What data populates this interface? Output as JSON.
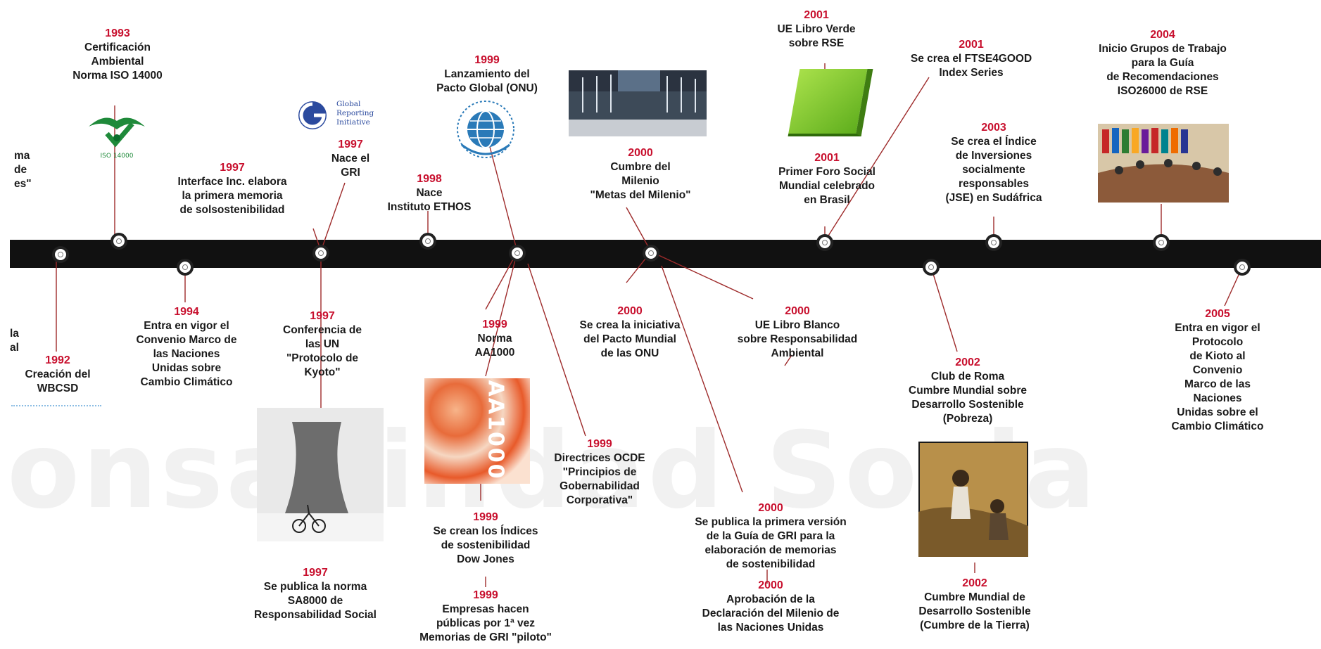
{
  "events": [
    {
      "id": "iso14000",
      "year": "1993",
      "text": "Certificación\nAmbiental\nNorma ISO 14000"
    },
    {
      "id": "interface",
      "year": "1997",
      "text": "Interface Inc. elabora\nla primera memoria\nde solsostenibilidad"
    },
    {
      "id": "gri",
      "year": "1997",
      "text": "Nace el\nGRI"
    },
    {
      "id": "ethos",
      "year": "1998",
      "text": "Nace\nInstituto ETHOS"
    },
    {
      "id": "pacto",
      "year": "1999",
      "text": "Lanzamiento del\nPacto Global (ONU)"
    },
    {
      "id": "milenio",
      "year": "2000",
      "text": "Cumbre del\nMilenio\n\"Metas del Milenio\""
    },
    {
      "id": "libroverde",
      "year": "2001",
      "text": "UE Libro Verde\nsobre RSE"
    },
    {
      "id": "foro",
      "year": "2001",
      "text": "Primer Foro Social\nMundial celebrado\nen Brasil"
    },
    {
      "id": "ftse",
      "year": "2001",
      "text": "Se crea el FTSE4GOOD\nIndex Series"
    },
    {
      "id": "jse",
      "year": "2003",
      "text": "Se crea el Índice\nde Inversiones\nsocialmente\nresponsables\n(JSE) en Sudáfrica"
    },
    {
      "id": "iso26000",
      "year": "2004",
      "text": "Inicio Grupos de Trabajo\npara la Guía\nde Recomendaciones\nISO26000 de RSE"
    },
    {
      "id": "wbcsd",
      "year": "1992",
      "text": "Creación del\nWBCSD"
    },
    {
      "id": "convenio",
      "year": "1994",
      "text": "Entra en vigor el\nConvenio Marco de\nlas Naciones\nUnidas  sobre\nCambio Climático"
    },
    {
      "id": "kyoto",
      "year": "1997",
      "text": "Conferencia de\nlas UN\n\"Protocolo de\nKyoto\""
    },
    {
      "id": "sa8000",
      "year": "1997",
      "text": "Se publica la norma\nSA8000 de\nResponsabilidad Social"
    },
    {
      "id": "aa1000",
      "year": "1999",
      "text": "Norma\nAA1000"
    },
    {
      "id": "dowjones",
      "year": "1999",
      "text": "Se crean los Índices\nde sostenibilidad\nDow Jones"
    },
    {
      "id": "piloto",
      "year": "1999",
      "text": "Empresas hacen\npúblicas por 1ª vez\nMemorias de GRI \"piloto\""
    },
    {
      "id": "ocde",
      "year": "1999",
      "text": "Directrices OCDE\n\"Principios de\nGobernabilidad\nCorporativa\""
    },
    {
      "id": "pactomundial",
      "year": "2000",
      "text": "Se crea la iniciativa\ndel Pacto Mundial\nde las ONU"
    },
    {
      "id": "guiagri",
      "year": "2000",
      "text": "Se publica la primera versión\nde la Guía de GRI para la\nelaboración de memorias\nde sostenibilidad"
    },
    {
      "id": "declaracion",
      "year": "2000",
      "text": "Aprobación de la\nDeclaración del Milenio de\nlas Naciones Unidas"
    },
    {
      "id": "libroblanco",
      "year": "2000",
      "text": "UE Libro Blanco\nsobre Responsabilidad\nAmbiental"
    },
    {
      "id": "clubroma",
      "year": "2002",
      "text": "Club de Roma\nCumbre Mundial sobre\nDesarrollo Sostenible\n(Pobreza)"
    },
    {
      "id": "tierra",
      "year": "2002",
      "text": "Cumbre Mundial de\nDesarrollo Sostenible\n(Cumbre de la Tierra)"
    },
    {
      "id": "kyoto2005",
      "year": "2005",
      "text": "Entra en vigor el Protocolo\nde Kioto al Convenio\nMarco de las Naciones\nUnidas sobre el\nCambio Climático"
    }
  ],
  "cut_text": {
    "left_top": "ma\n de\nes\"",
    "left_mid": "la\nal"
  },
  "logo_text": {
    "iso": "ISO 14000",
    "gri": "Global\nReporting\nInitiative",
    "aa1000": "AA1000"
  },
  "watermark": "onsabilidad Social",
  "colors": {
    "year": "#c8102e",
    "bar": "#111111",
    "line": "#9e2b2b",
    "book": "#7ccb2e"
  }
}
